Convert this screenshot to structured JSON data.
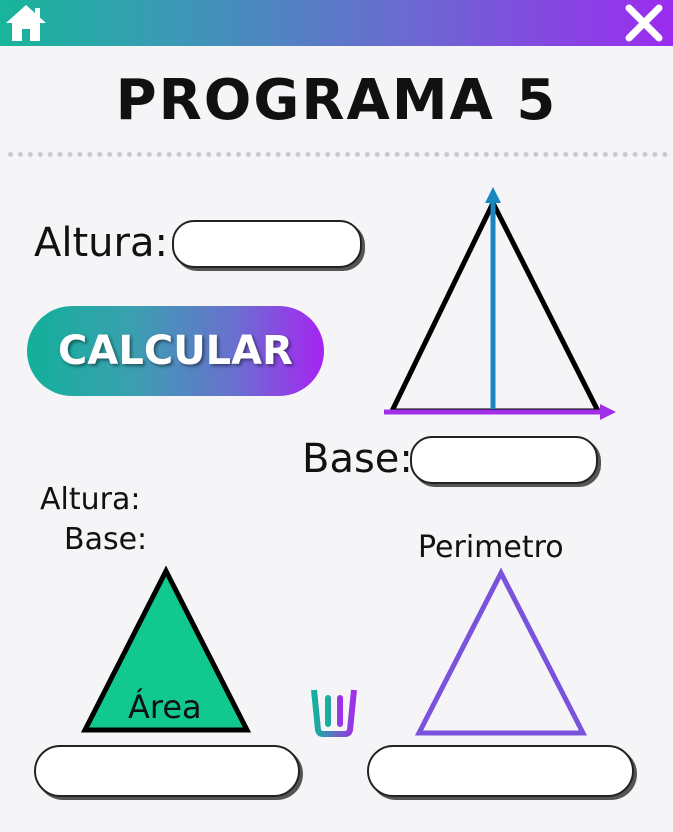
{
  "header": {
    "home_icon": "home-icon",
    "close_icon": "close-icon",
    "gradient_start": "#17b59a",
    "gradient_end": "#9b2bef"
  },
  "title": "PROGRAMA 5",
  "inputs": {
    "altura_label": "Altura:",
    "altura_value": "",
    "base_label": "Base:",
    "base_value": ""
  },
  "calc_button": {
    "label": "CALCULAR"
  },
  "results": {
    "altura_label": "Altura:",
    "base_label": "Base:",
    "area_label": "Área",
    "area_value": "",
    "perimetro_label": "Perimetro",
    "perimetro_value": ""
  },
  "delete_icon": "trash-icon",
  "colors": {
    "area_fill": "#11c98f",
    "perimeter_stroke": "#7a52dc",
    "height_arrow": "#1a86c0",
    "base_arrow": "#a12ee8"
  }
}
